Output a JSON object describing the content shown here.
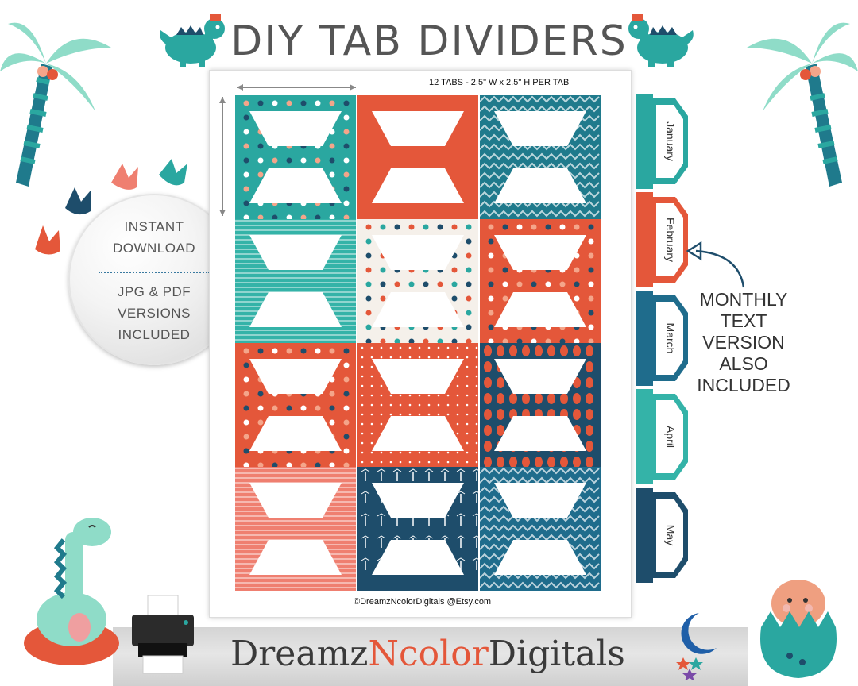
{
  "title": "DIY TAB DIVIDERS",
  "sheet": {
    "spec": "12 TABS - 2.5\" W x 2.5\" H PER TAB",
    "copyright": "©DreamzNcolorDigitals @Etsy.com",
    "tiles": [
      {
        "pattern": "dino-scene",
        "color": "#2aa7a0"
      },
      {
        "pattern": "solid",
        "color": "#e4573a"
      },
      {
        "pattern": "triangles",
        "color": "#1f7a8c"
      },
      {
        "pattern": "stripes",
        "color": "#34b3a8"
      },
      {
        "pattern": "footprints",
        "color": "#1e4d6b"
      },
      {
        "pattern": "dino-red",
        "color": "#e4573a"
      },
      {
        "pattern": "dino-scene",
        "color": "#e4573a"
      },
      {
        "pattern": "dots",
        "color": "#e4573a"
      },
      {
        "pattern": "eggs",
        "color": "#1e4d6b"
      },
      {
        "pattern": "stripes",
        "color": "#ef7f70"
      },
      {
        "pattern": "palms",
        "color": "#1e4d6b"
      },
      {
        "pattern": "chevron",
        "color": "#1f6c8c"
      }
    ]
  },
  "badge": {
    "line1": "INSTANT",
    "line2": "DOWNLOAD",
    "line3": "JPG & PDF",
    "line4": "VERSIONS",
    "line5": "INCLUDED"
  },
  "side_tabs": [
    {
      "label": "January",
      "color": "#2aa7a0"
    },
    {
      "label": "February",
      "color": "#e4573a"
    },
    {
      "label": "March",
      "color": "#1f6c8c"
    },
    {
      "label": "April",
      "color": "#34b3a8"
    },
    {
      "label": "May",
      "color": "#1e4d6b"
    }
  ],
  "callout": {
    "line1": "MONTHLY",
    "line2": "TEXT",
    "line3": "VERSION",
    "line4": "ALSO",
    "line5": "INCLUDED"
  },
  "brand": {
    "part1": "Dreamz",
    "part2": "Ncolor",
    "part3": "Digitals"
  },
  "colors": {
    "teal": "#2aa7a0",
    "coral": "#e4573a",
    "navy": "#1e4d6b",
    "mint": "#8fdcc8"
  },
  "decorations": [
    "palm-tree-icon",
    "dinosaur-icon",
    "footprint-icon",
    "printer-icon",
    "moon-icon",
    "star-icon",
    "egg-dino-icon"
  ]
}
